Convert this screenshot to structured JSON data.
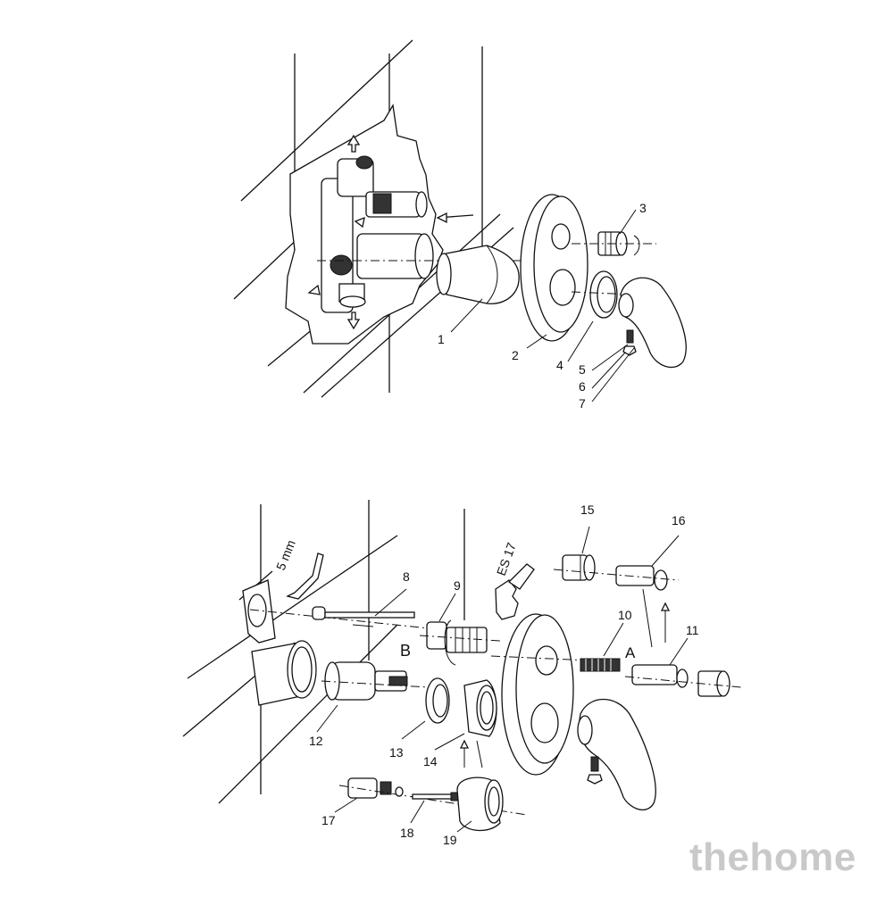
{
  "diagram": {
    "top_labels": [
      "1",
      "2",
      "3",
      "4",
      "5",
      "6",
      "7"
    ],
    "bottom_labels": [
      "8",
      "9",
      "10",
      "11",
      "12",
      "13",
      "14",
      "15",
      "16",
      "17",
      "18",
      "19"
    ],
    "annotations": {
      "allen_key": "5 mm",
      "wrench": "ES 17",
      "point_a": "A",
      "point_b": "B"
    }
  },
  "watermark": "thehome"
}
